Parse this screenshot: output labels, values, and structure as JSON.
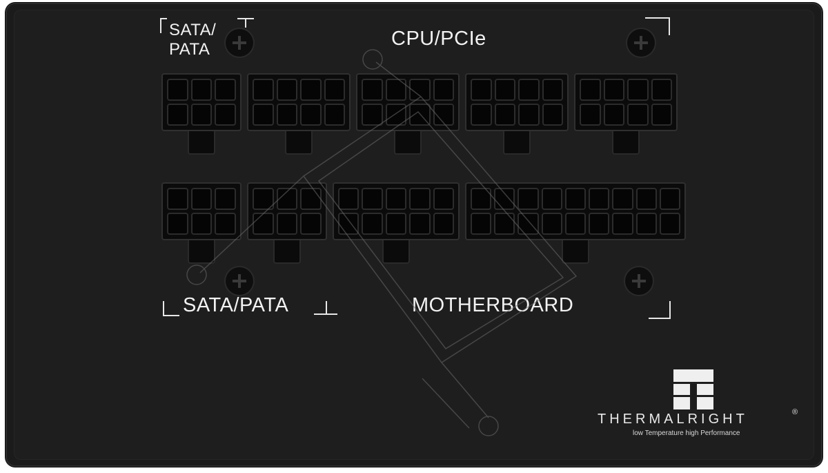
{
  "labels": {
    "top_left_line1": "SATA/",
    "top_left_line2": "PATA",
    "top_center": "CPU/PCIe",
    "bottom_left": "SATA/PATA",
    "bottom_center": "MOTHERBOARD"
  },
  "brand": {
    "name": "THERMALRIGHT",
    "registered": "®",
    "tagline": "low Temperature high Performance"
  },
  "colors": {
    "panel": "#1b1b1b",
    "text": "#f2f2f2"
  },
  "connectors": {
    "top_row": [
      {
        "name": "SATA/PATA",
        "pins": 6
      },
      {
        "name": "CPU/PCIe",
        "pins": 8
      },
      {
        "name": "CPU/PCIe",
        "pins": 8
      },
      {
        "name": "CPU/PCIe",
        "pins": 8
      },
      {
        "name": "CPU/PCIe",
        "pins": 8
      }
    ],
    "bottom_row": [
      {
        "name": "SATA/PATA",
        "pins": 6
      },
      {
        "name": "SATA/PATA",
        "pins": 6
      },
      {
        "name": "MOTHERBOARD",
        "pins": 10
      },
      {
        "name": "MOTHERBOARD",
        "pins": 18
      }
    ]
  }
}
